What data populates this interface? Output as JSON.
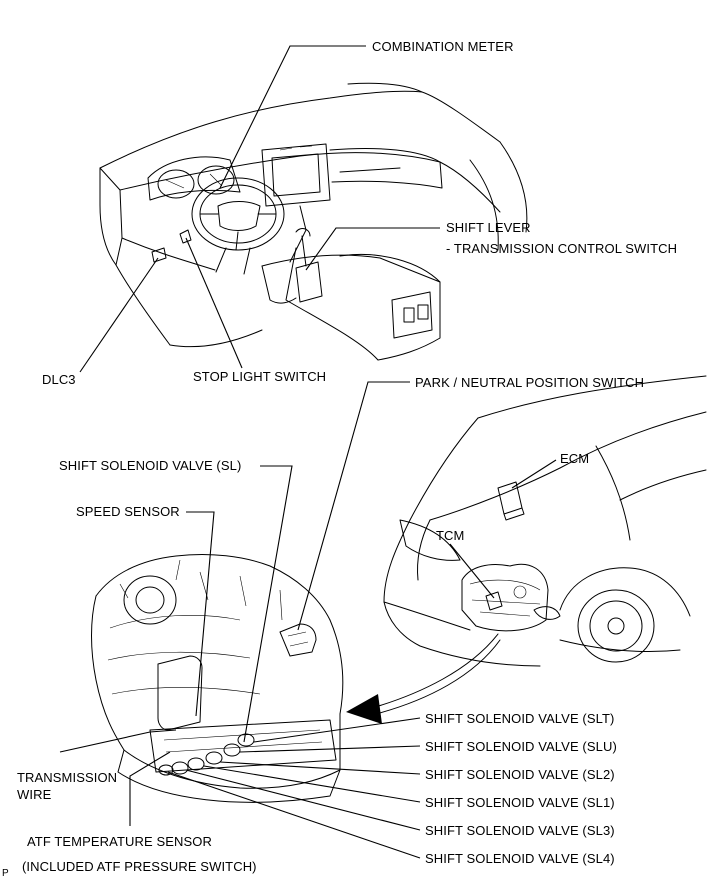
{
  "labels": {
    "combination_meter": "COMBINATION METER",
    "shift_lever": "SHIFT LEVER",
    "transmission_control_switch": "- TRANSMISSION CONTROL SWITCH",
    "dlc3": "DLC3",
    "stop_light_switch": "STOP LIGHT SWITCH",
    "park_neutral": "PARK / NEUTRAL POSITION SWITCH",
    "ecm": "ECM",
    "tcm": "TCM",
    "shift_solenoid_sl": "SHIFT SOLENOID VALVE (SL)",
    "speed_sensor": "SPEED SENSOR",
    "slt": "SHIFT SOLENOID VALVE  (SLT)",
    "slu": "SHIFT SOLENOID VALVE  (SLU)",
    "sl2": "SHIFT SOLENOID VALVE  (SL2)",
    "sl1": "SHIFT SOLENOID VALVE  (SL1)",
    "sl3": "SHIFT SOLENOID VALVE  (SL3)",
    "sl4": "SHIFT SOLENOID VALVE  (SL4)",
    "transmission": "TRANSMISSION",
    "wire": "WIRE",
    "atf_temp": "ATF TEMPERATURE SENSOR",
    "atf_pressure": "(INCLUDED ATF PRESSURE SWITCH)",
    "corner_mark": "P"
  }
}
